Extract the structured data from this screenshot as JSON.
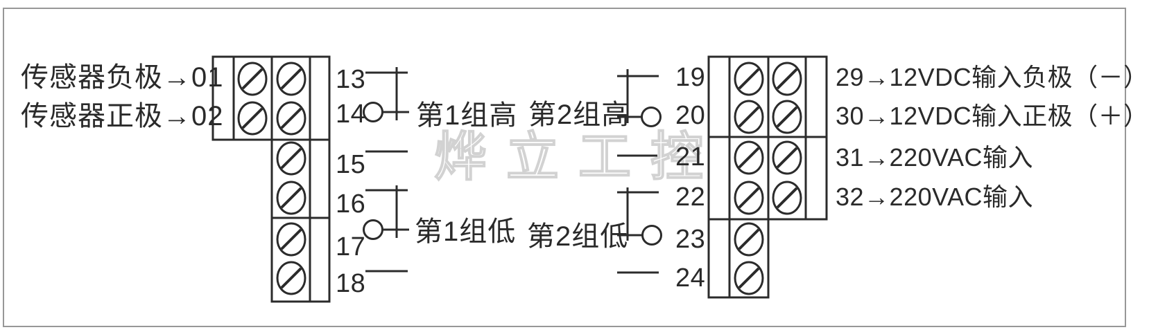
{
  "colors": {
    "line": "#2b2b2b",
    "frame": "#979797",
    "watermark_outline": "#d2d2d2"
  },
  "sensor_labels": [
    "传感器负极→01",
    "传感器正极→02"
  ],
  "left_pins": [
    "13",
    "14",
    "15",
    "16",
    "17",
    "18"
  ],
  "right_pins": [
    "19",
    "20",
    "21",
    "22",
    "23",
    "24"
  ],
  "group_labels": {
    "group1_high": "第1组高",
    "group1_low": "第1组低",
    "group2_high": "第2组高",
    "group2_low": "第2组低"
  },
  "power_labels": [
    "29→12VDC输入负极（－）",
    "30→12VDC输入正极（＋）",
    "31→220VAC输入",
    "32→220VAC输入"
  ],
  "watermark": "烨立工控"
}
